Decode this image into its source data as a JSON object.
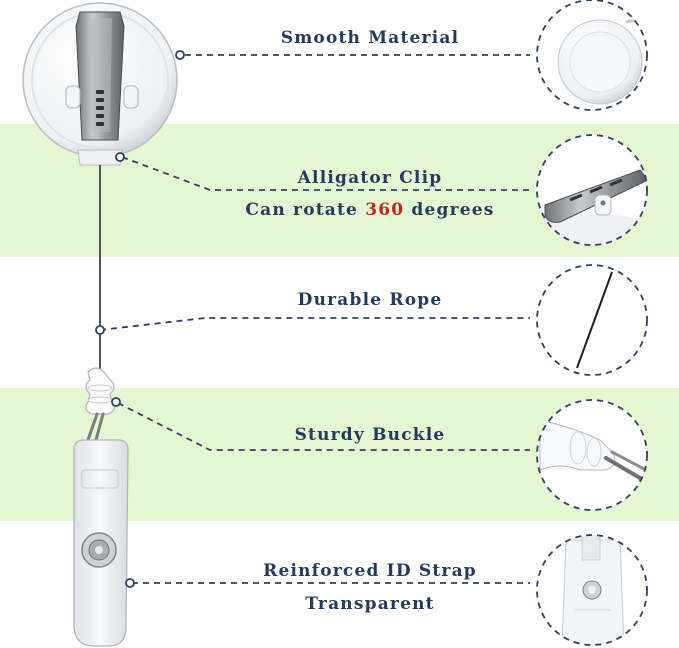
{
  "colors": {
    "band": "#e3f7d3",
    "label_text": "#243a5e",
    "accent": "#c0261b",
    "leader_line": "#2e3f63"
  },
  "features": [
    {
      "id": "smooth-material",
      "title": "Smooth Material"
    },
    {
      "id": "alligator-clip",
      "title": "Alligator Clip",
      "subtitle_before": "Can rotate ",
      "subtitle_accent": "360",
      "subtitle_after": " degrees"
    },
    {
      "id": "durable-rope",
      "title": "Durable Rope"
    },
    {
      "id": "sturdy-buckle",
      "title": "Sturdy Buckle"
    },
    {
      "id": "reinforced-strap",
      "title": "Reinforced ID Strap",
      "subtitle": "Transparent"
    }
  ],
  "icons": [
    "badge-reel-product",
    "smooth-material-detail",
    "alligator-clip-detail",
    "durable-rope-detail",
    "sturdy-buckle-detail",
    "id-strap-detail"
  ]
}
